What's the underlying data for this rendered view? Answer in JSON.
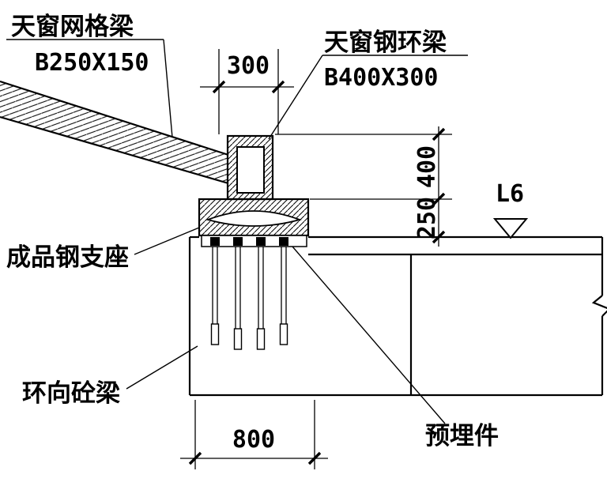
{
  "drawing": {
    "title_context": "skylight-ring-beam-bearing-detail",
    "labels": {
      "grid_beam": "天窗网格梁",
      "grid_beam_size": "B250X150",
      "ring_beam": "天窗钢环梁",
      "ring_beam_size": "B400X300",
      "bearing": "成品钢支座",
      "concrete_beam": "环向砼梁",
      "embed": "预埋件",
      "weld_mark": "L6"
    },
    "dims": {
      "top_width": "300",
      "right_upper": "400",
      "right_lower": "250",
      "bottom_width": "800"
    },
    "colors": {
      "line": "#000000",
      "background": "#ffffff"
    }
  }
}
